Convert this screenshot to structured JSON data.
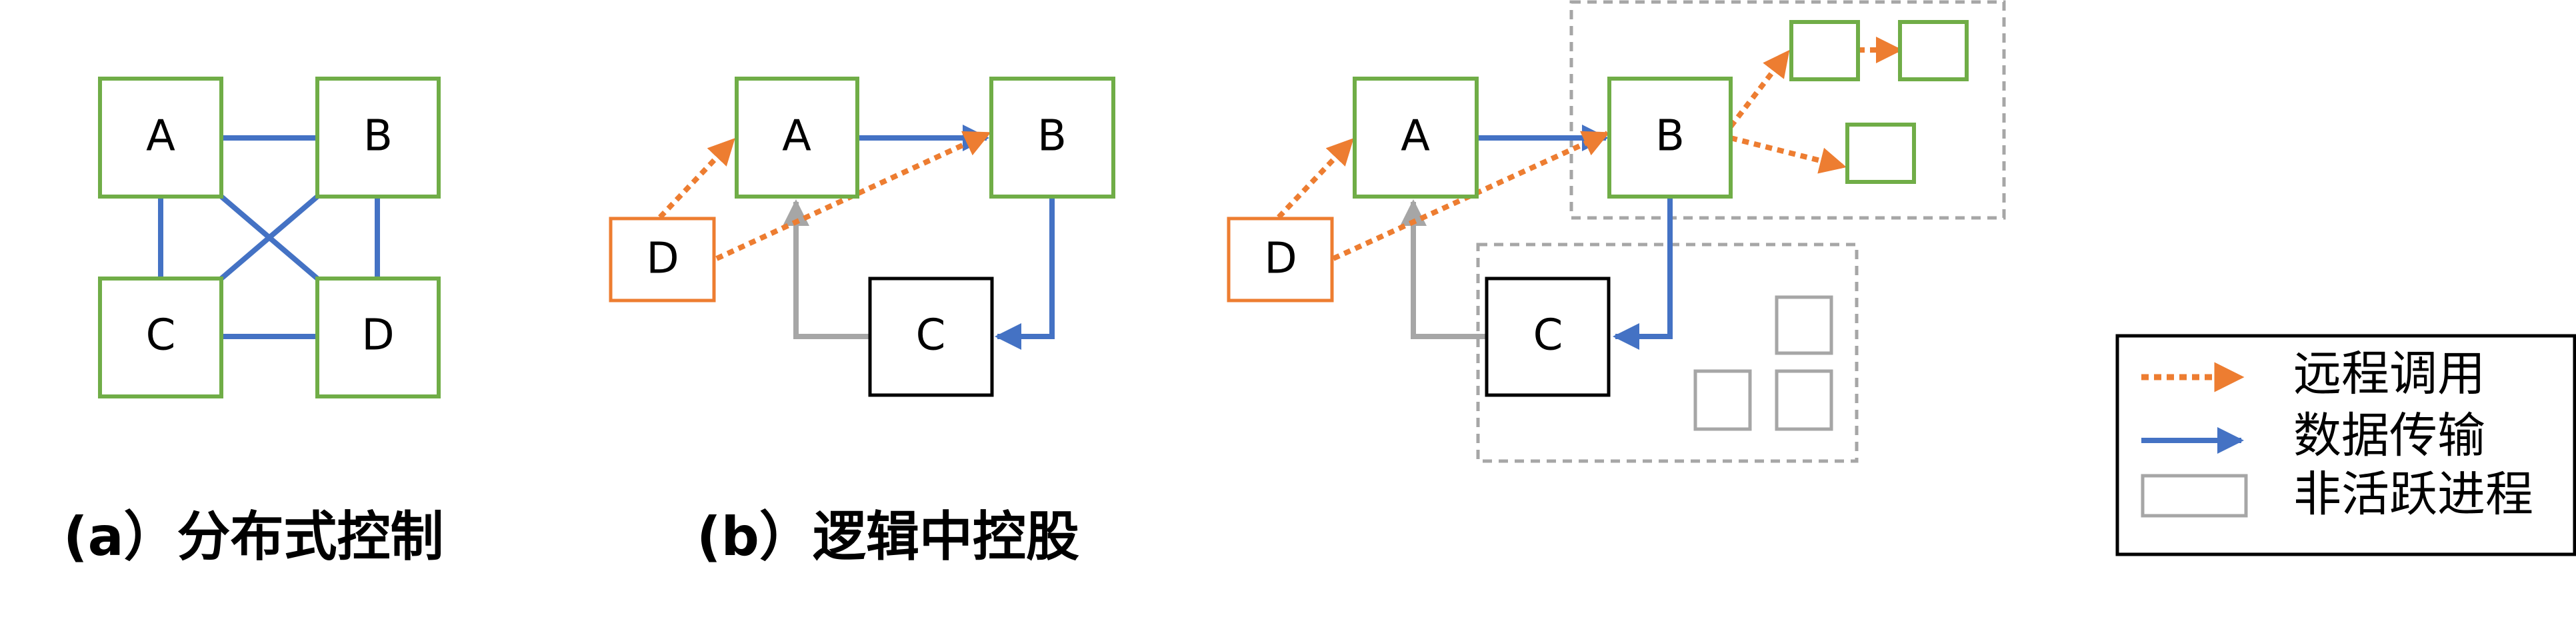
{
  "colors": {
    "node_green": "#70AD47",
    "node_orange": "#ED7D31",
    "node_black": "#000000",
    "inactive_gray": "#A6A6A6",
    "data_blue": "#4472C4",
    "remote_orange": "#ED7D31",
    "text": "#000000"
  },
  "panel_a": {
    "caption": "(a）分布式控制",
    "nodes": {
      "A": "A",
      "B": "B",
      "C": "C",
      "D": "D"
    }
  },
  "panel_b": {
    "caption": "(b）逻辑中控股",
    "nodes": {
      "A": "A",
      "B": "B",
      "C": "C",
      "D": "D"
    }
  },
  "panel_c": {
    "nodes": {
      "A": "A",
      "B": "B",
      "C": "C",
      "D": "D"
    }
  },
  "legend": {
    "remote_call": "远程调用",
    "data_transfer": "数据传输",
    "inactive_process": "非活跃进程"
  }
}
